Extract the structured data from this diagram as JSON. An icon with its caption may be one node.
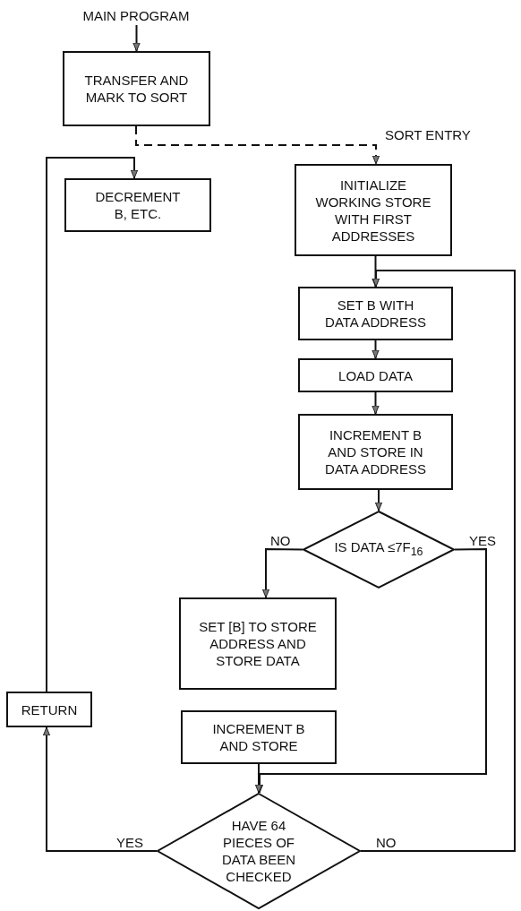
{
  "diagram": {
    "nodes": [
      {
        "text": [
          "MAIN PROGRAM"
        ]
      },
      {
        "text": [
          "TRANSFER AND MARK TO SORT"
        ]
      },
      {
        "text": [
          "DECREMENT B, ETC."
        ]
      },
      {
        "text": [
          "INITIALIZE WORKING STORE WITH FIRST ADDRESSES"
        ],
        "beside": [
          "SORT ENTRY"
        ]
      },
      {
        "text": [
          "SET B WITH DATA ADDRESS"
        ]
      },
      {
        "text": [
          "LOAD DATA"
        ]
      },
      {
        "text": [
          "INCREMENT B AND STORE IN DATA ADDRESS"
        ]
      },
      {
        "text": [
          "IS DATA ≤7F$_{16}$"
        ]
      },
      {
        "text": [
          "SET [B] TO STORE ADDRESS AND STORE DATA"
        ]
      },
      {
        "text": [
          "INCREMENT B AND STORE"
        ]
      },
      {
        "text": [
          "HAVE 64 PIECES OF DATA BEEN CHECKED"
        ]
      },
      {
        "text": [
          "RETURN"
        ]
      }
    ],
    "edges": [
      {
        "from": 0,
        "to": 1,
        "arrow": "to"
      },
      {
        "from": 1,
        "to": 3,
        "arrow": "to",
        "style": "dashed"
      },
      {
        "from": 11,
        "to": 2,
        "arrow": "to"
      },
      {
        "from": 3,
        "to": 4,
        "arrow": "to"
      },
      {
        "from": 4,
        "to": 5,
        "arrow": "to"
      },
      {
        "from": 5,
        "to": 6,
        "arrow": "to"
      },
      {
        "from": 6,
        "to": 7,
        "arrow": "to"
      },
      {
        "from": 7,
        "to": 8,
        "arrow": "to",
        "label": "NO"
      },
      {
        "from": 7,
        "to": 10,
        "arrow": "to",
        "label": "YES"
      },
      {
        "from": 9,
        "to": 10,
        "arrow": "to"
      },
      {
        "from": 10,
        "to": 11,
        "arrow": "to",
        "label": "YES"
      },
      {
        "from": 10,
        "to": 4,
        "arrow": "to",
        "label": "NO"
      }
    ]
  }
}
